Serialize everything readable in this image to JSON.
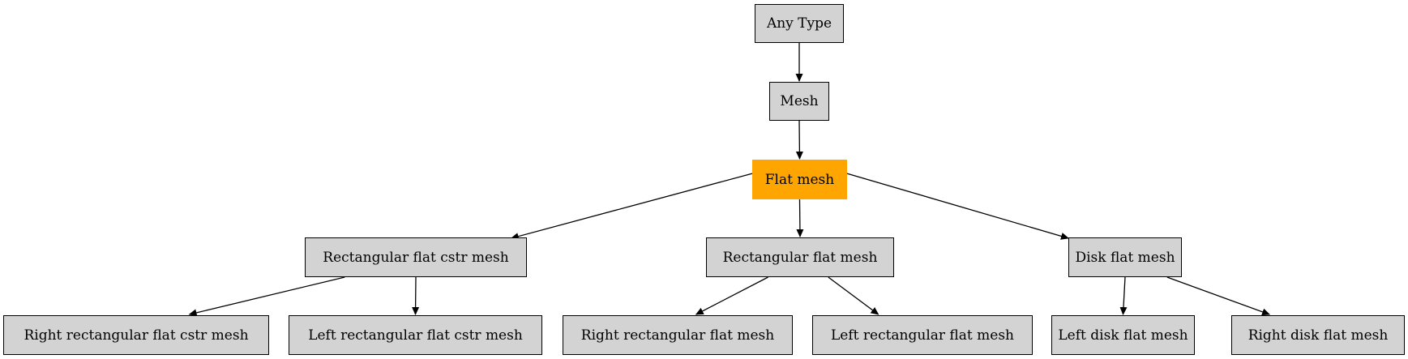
{
  "diagram": {
    "type": "inheritance-graph",
    "highlight_color": "#ffa500",
    "node_color": "#d3d3d3",
    "nodes": [
      {
        "id": "any",
        "label": "Any Type"
      },
      {
        "id": "mesh",
        "label": "Mesh"
      },
      {
        "id": "flat",
        "label": "Flat mesh",
        "highlighted": true
      },
      {
        "id": "rfc",
        "label": "Rectangular flat cstr mesh"
      },
      {
        "id": "rf",
        "label": "Rectangular flat mesh"
      },
      {
        "id": "df",
        "label": "Disk flat mesh"
      },
      {
        "id": "rrfc",
        "label": "Right rectangular flat cstr mesh"
      },
      {
        "id": "lrfc",
        "label": "Left rectangular flat cstr mesh"
      },
      {
        "id": "rrf",
        "label": "Right rectangular flat mesh"
      },
      {
        "id": "lrf",
        "label": "Left rectangular flat mesh"
      },
      {
        "id": "ldf",
        "label": "Left disk flat mesh"
      },
      {
        "id": "rdf",
        "label": "Right disk flat mesh"
      }
    ],
    "edges": [
      {
        "from": "any",
        "to": "mesh"
      },
      {
        "from": "mesh",
        "to": "flat"
      },
      {
        "from": "flat",
        "to": "rfc"
      },
      {
        "from": "flat",
        "to": "rf"
      },
      {
        "from": "flat",
        "to": "df"
      },
      {
        "from": "rfc",
        "to": "rrfc"
      },
      {
        "from": "rfc",
        "to": "lrfc"
      },
      {
        "from": "rf",
        "to": "rrf"
      },
      {
        "from": "rf",
        "to": "lrf"
      },
      {
        "from": "df",
        "to": "ldf"
      },
      {
        "from": "df",
        "to": "rdf"
      }
    ]
  }
}
